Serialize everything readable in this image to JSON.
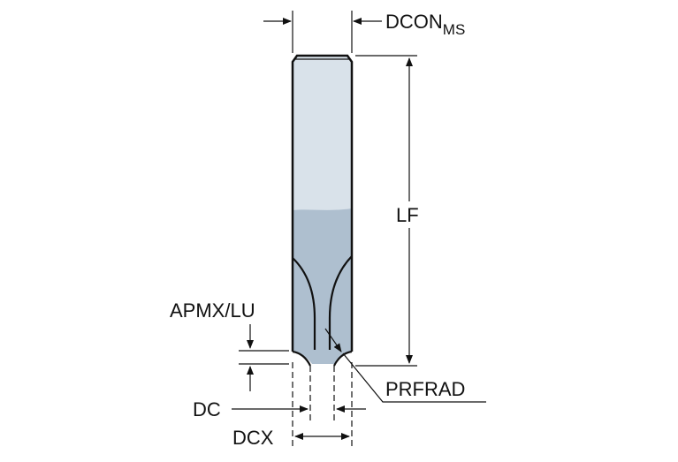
{
  "labels": {
    "dcon": "DCON",
    "dcon_sub": "MS",
    "lf": "LF",
    "apmx_lu": "APMX/LU",
    "prfrad": "PRFRAD",
    "dc": "DC",
    "dcx": "DCX"
  },
  "colors": {
    "shank_top": "#d9e2ea",
    "shank_bottom": "#aebfcf",
    "outline": "#111111",
    "dim_line": "#111111"
  }
}
